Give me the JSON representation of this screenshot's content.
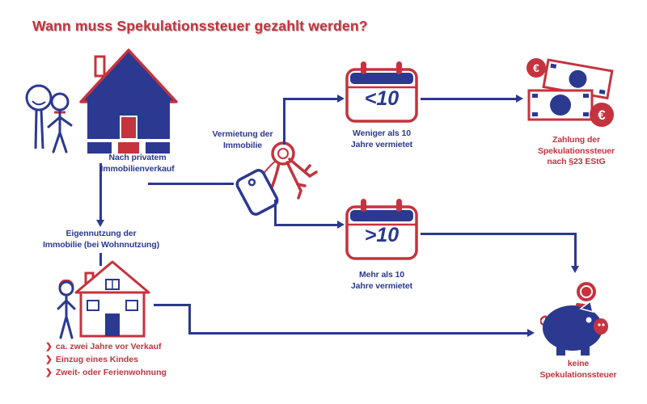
{
  "title": "Wann muss Spekulationssteuer gezahlt werden?",
  "colors": {
    "red": "#C4333E",
    "blue": "#2B3990",
    "background": "#FFFFFF"
  },
  "start": {
    "label_lines": [
      "Nach privatem",
      "Immobilienverkauf"
    ]
  },
  "branch_rental": {
    "label_lines": [
      "Vermietung der",
      "Immobilie"
    ]
  },
  "branch_self_use": {
    "label_lines": [
      "Eigennutzung der",
      "Immobilie (bei Wohnnutzung)"
    ]
  },
  "calendar_less_than_10": {
    "value": "<10",
    "label_lines": [
      "Weniger als 10",
      "Jahre vermietet"
    ]
  },
  "calendar_more_than_10": {
    "value": ">10",
    "label_lines": [
      "Mehr als 10",
      "Jahre vermietet"
    ]
  },
  "outcome_tax": {
    "label_lines": [
      "Zahlung der",
      "Spekulationssteuer",
      "nach §23 EStG"
    ]
  },
  "outcome_no_tax": {
    "label_lines": [
      "keine",
      "Spekulationssteuer"
    ]
  },
  "exemptions": {
    "bullet": "❯",
    "items": [
      "ca. zwei Jahre vor Verkauf",
      "Einzug eines Kindes",
      "Zweit- oder Ferienwohnung"
    ]
  },
  "icons": {
    "euro_symbol": "€"
  }
}
